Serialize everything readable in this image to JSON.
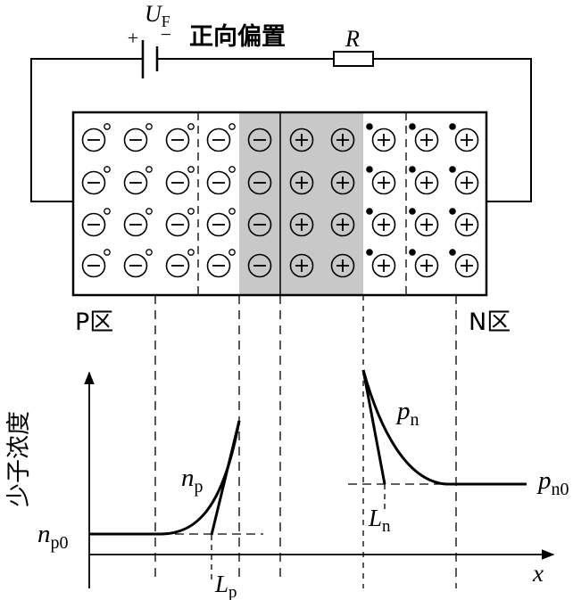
{
  "circuit": {
    "voltage_symbol": "U",
    "voltage_subscript": "F",
    "plus_sign": "+",
    "minus_sign": "−",
    "bias_label": "正向偏置",
    "resistor_label": "R"
  },
  "junction": {
    "rows": 4,
    "p_neutral_cols": 4,
    "p_depletion_cols": 1,
    "n_depletion_cols": 2,
    "n_neutral_cols": 3,
    "negative_ion_symbol": "−",
    "positive_ion_symbol": "+",
    "p_region_label": "P区",
    "n_region_label": "N区",
    "depletion_fill": "#c8c8c8"
  },
  "graph": {
    "y_axis_label": "少子浓度",
    "x_axis_label": "x",
    "np_label": "n",
    "np_subscript": "p",
    "pn_label": "p",
    "pn_subscript": "n",
    "np0_label": "n",
    "np0_subscript": "p0",
    "pn0_label": "p",
    "pn0_subscript": "n0",
    "lp_label": "L",
    "lp_subscript": "p",
    "ln_label": "L",
    "ln_subscript": "n"
  }
}
